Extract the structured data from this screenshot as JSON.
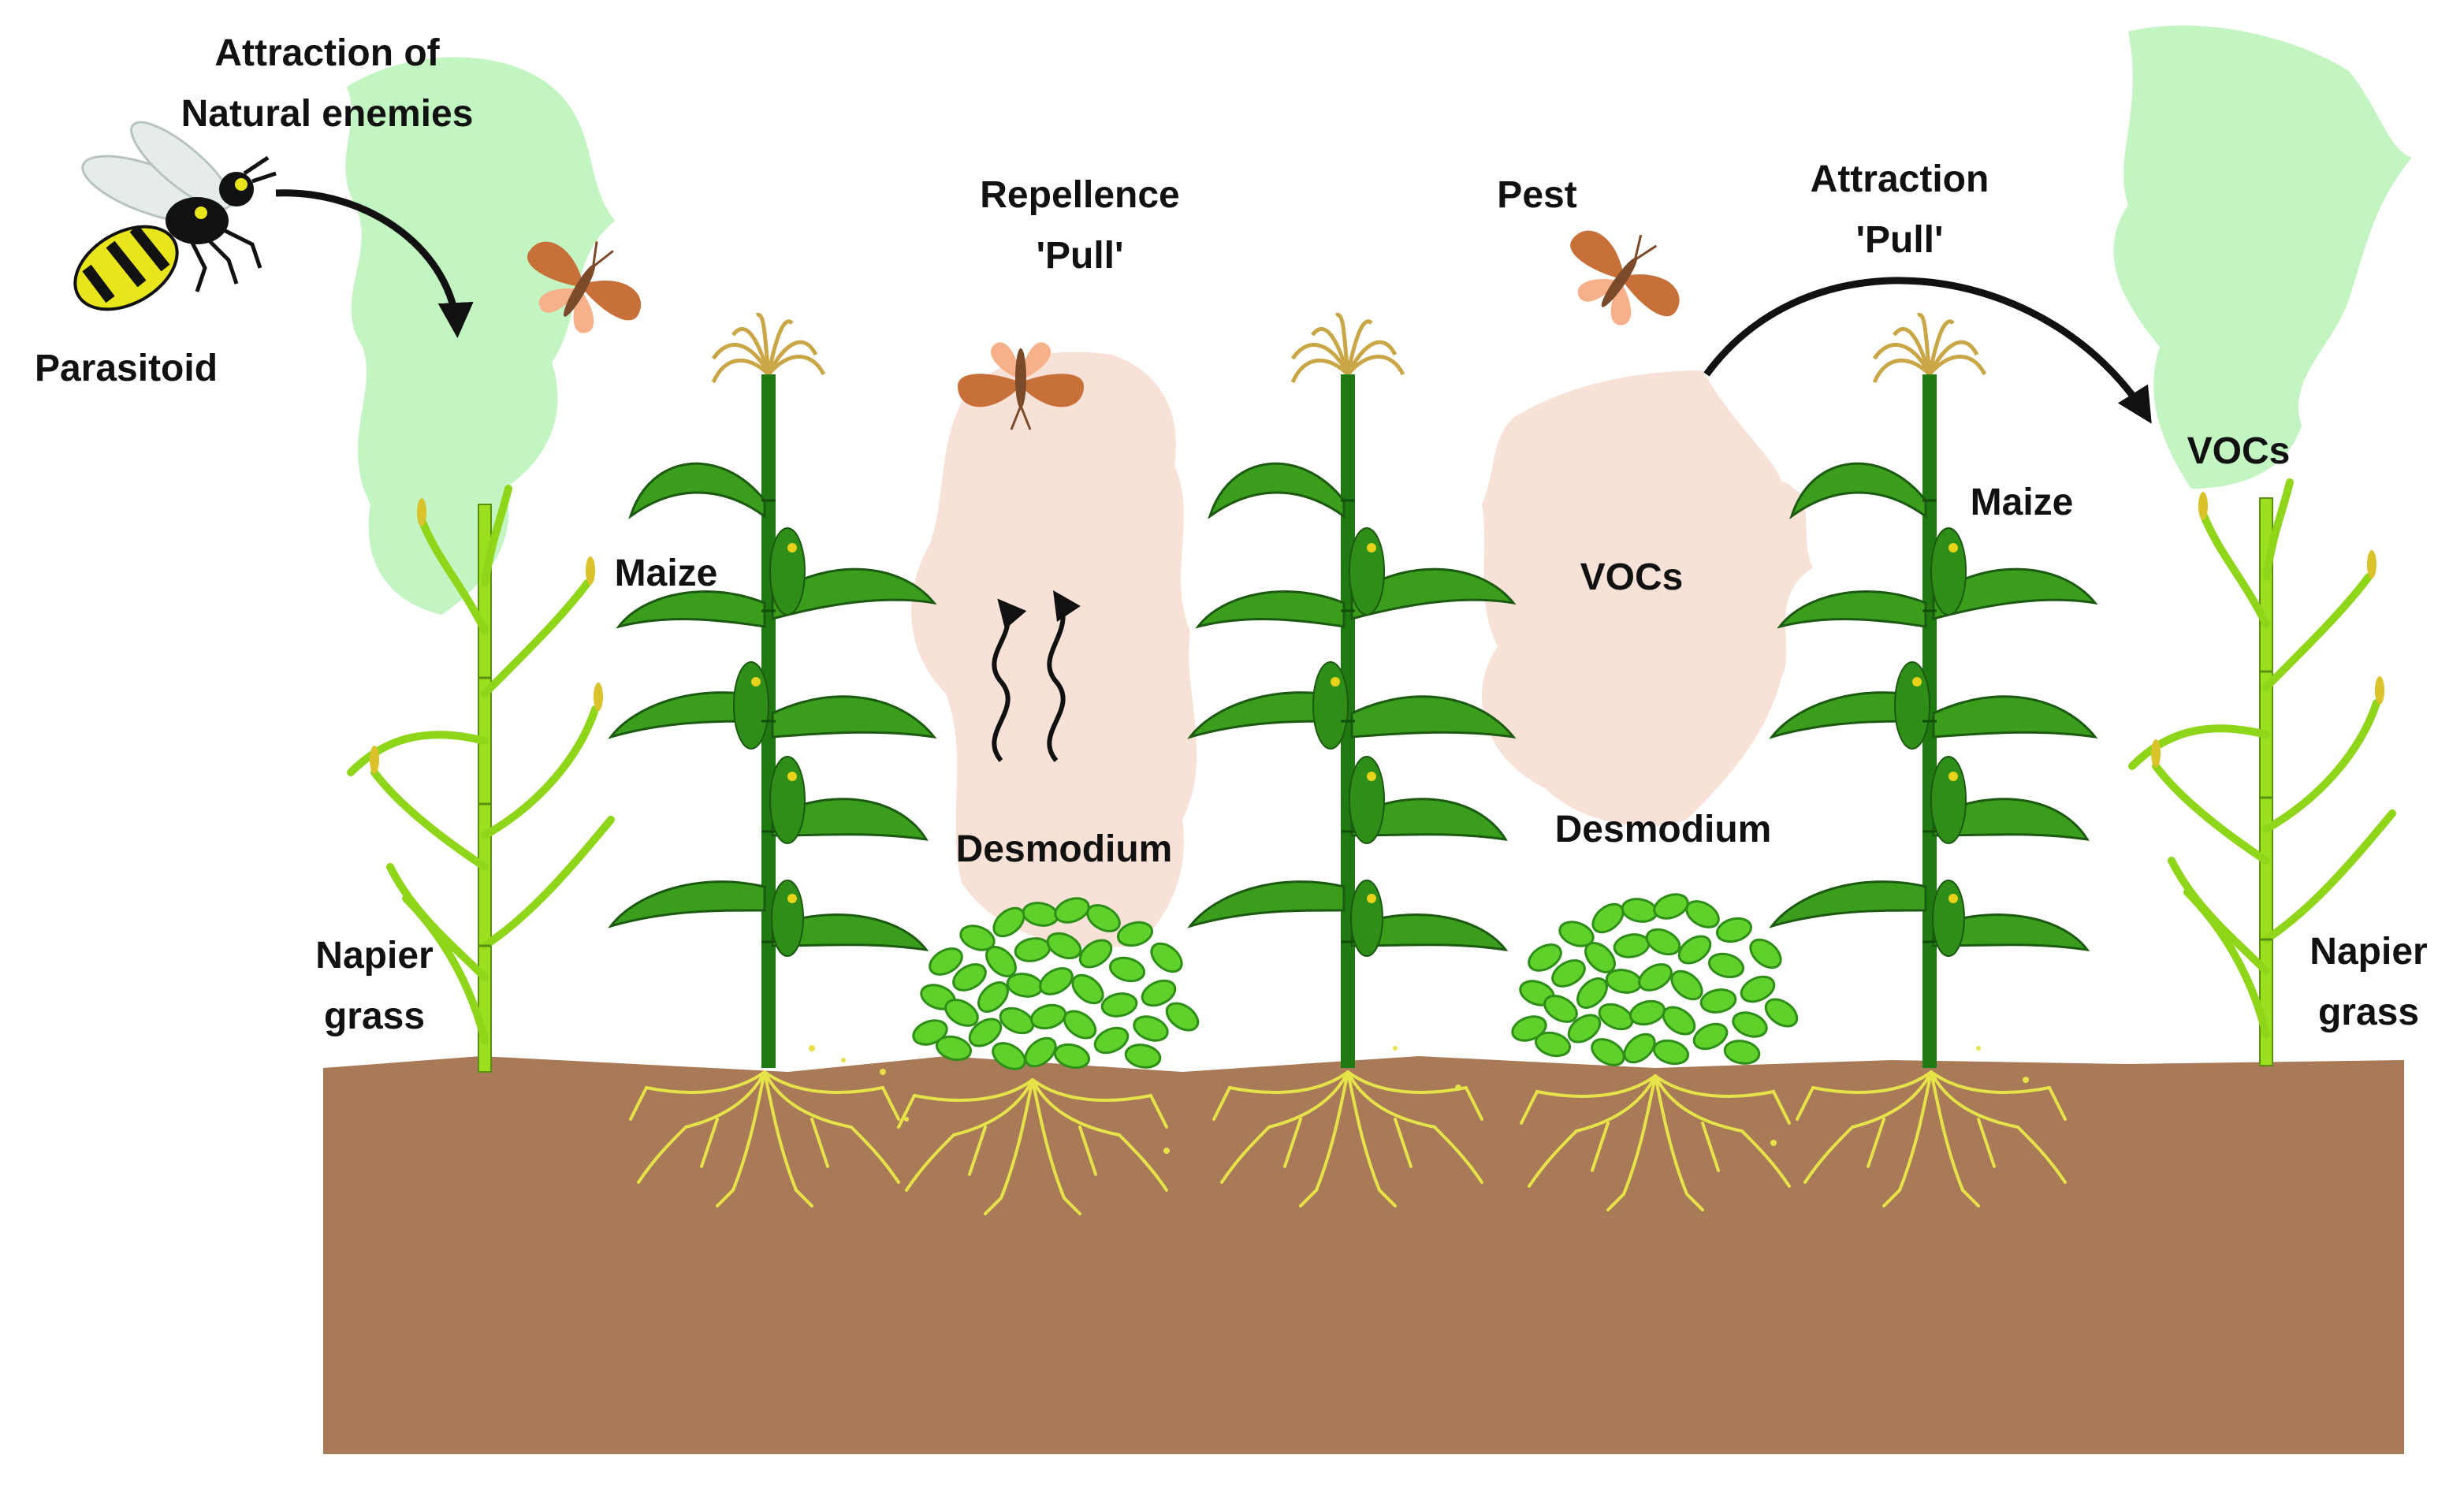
{
  "labels": {
    "attraction_natural_enemies": [
      "Attraction of",
      "Natural enemies"
    ],
    "parasitoid": "Parasitoid",
    "repellence": [
      "Repellence",
      "'Pull'"
    ],
    "pest": "Pest",
    "attraction_pull": [
      "Attraction",
      "'Pull'"
    ],
    "vocs_right": "VOCs",
    "vocs_center": "VOCs",
    "maize_left": "Maize",
    "maize_right": "Maize",
    "desmodium_left": "Desmodium",
    "desmodium_right": "Desmodium",
    "napier_left": [
      "Napier",
      "grass"
    ],
    "napier_right": [
      "Napier",
      "grass"
    ]
  },
  "icons": [
    "wasp-icon",
    "moth-icon",
    "maize-plant-icon",
    "napier-grass-icon",
    "desmodium-plant-icon",
    "roots-icon",
    "curved-arrow-icon",
    "wavy-arrow-icon"
  ],
  "colors": {
    "soil": "#a87a57",
    "green_cloud": "#c2f5c2",
    "peach_cloud": "#f8e1d6",
    "maize_leaf": "#3a9e1c",
    "maize_stem": "#1f7a12",
    "napier": "#9be01e",
    "desmodium": "#5fd12a",
    "roots": "#e6e24a",
    "moth": "#c8703a",
    "wasp_yellow": "#e8e61a",
    "arrow": "#111111"
  }
}
